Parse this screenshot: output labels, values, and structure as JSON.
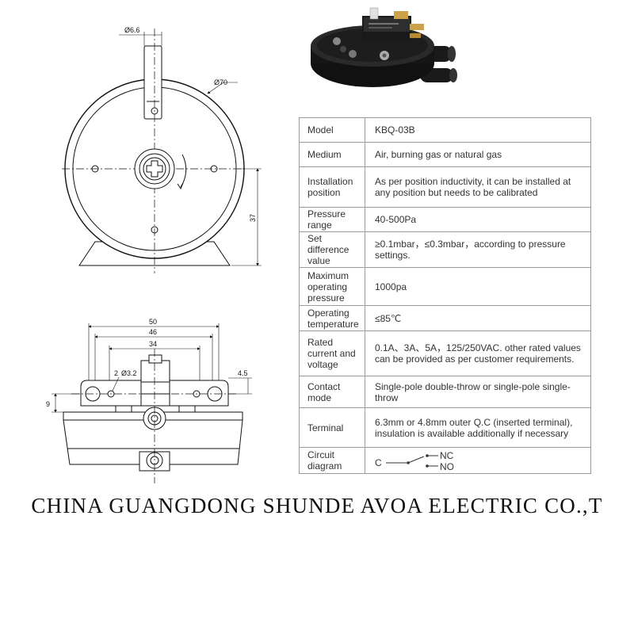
{
  "dimensions": {
    "shaft_diameter": "Ø6.6",
    "body_diameter": "Ø70",
    "height": "37",
    "overall_width": "50",
    "hole_spacing": "46",
    "inner_width": "34",
    "hole_diameter": "Ø3.2",
    "hole_offset": "2",
    "side_offset": "4.5",
    "flange_height": "9"
  },
  "spec_rows": [
    {
      "label": "Model",
      "value": "KBQ-03B"
    },
    {
      "label": "Medium",
      "value": "Air, burning gas or natural gas"
    },
    {
      "label": "Installation position",
      "value": "As per position inductivity, it can be installed at any position but needs to be calibrated"
    },
    {
      "label": "Pressure range",
      "value": "40-500Pa"
    },
    {
      "label": "Set difference value",
      "value": "≥0.1mbar，≤0.3mbar，according to pressure settings."
    },
    {
      "label": "Maximum operating pressure",
      "value": "1000pa"
    },
    {
      "label": "Operating temperature",
      "value": "≤85℃"
    },
    {
      "label": "Rated current and voltage",
      "value": "0.1A、3A、5A，125/250VAC. other rated values can be provided as per customer requirements."
    },
    {
      "label": "Contact mode",
      "value": "Single-pole double-throw or single-pole single-throw"
    },
    {
      "label": "Terminal",
      "value": "6.3mm or 4.8mm outer Q.C (inserted terminal), insulation is available additionally if necessary"
    },
    {
      "label": "Circuit diagram",
      "value": ""
    }
  ],
  "circuit": {
    "common": "C",
    "nc": "NC",
    "no": "NO"
  },
  "footer": "CHINA GUANGDONG SHUNDE AVOA ELECTRIC CO.,T"
}
